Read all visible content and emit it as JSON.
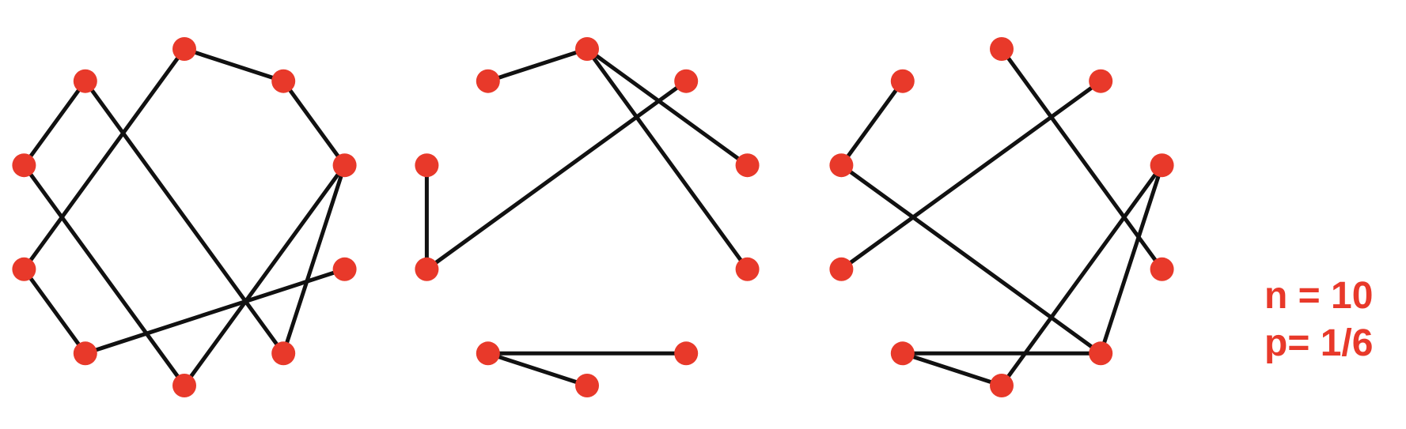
{
  "labels": {
    "n_text": "n = 10",
    "p_text": "p= 1/6"
  },
  "colors": {
    "node": "#e8392a",
    "edge": "#111111",
    "text": "#e8392a",
    "background": "#ffffff"
  },
  "graphs": [
    {
      "vertices": 10,
      "edges": [
        [
          0,
          1
        ],
        [
          1,
          2
        ],
        [
          3,
          6
        ],
        [
          0,
          7
        ],
        [
          2,
          4
        ],
        [
          2,
          5
        ],
        [
          4,
          9
        ],
        [
          5,
          8
        ],
        [
          6,
          7
        ],
        [
          8,
          9
        ]
      ]
    },
    {
      "vertices": 10,
      "edges": [
        [
          0,
          9
        ],
        [
          6,
          5
        ],
        [
          6,
          4
        ],
        [
          0,
          2
        ],
        [
          0,
          3
        ],
        [
          8,
          7
        ],
        [
          7,
          1
        ]
      ]
    },
    {
      "vertices": 10,
      "edges": [
        [
          0,
          3
        ],
        [
          5,
          6
        ],
        [
          9,
          8
        ],
        [
          1,
          7
        ],
        [
          2,
          4
        ],
        [
          2,
          5
        ],
        [
          4,
          6
        ],
        [
          4,
          8
        ]
      ]
    }
  ]
}
